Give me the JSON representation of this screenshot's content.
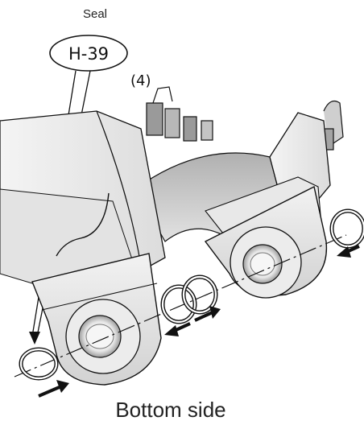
{
  "callout": {
    "title": "Seal",
    "part_code": "H-39",
    "quantity": "(4)"
  },
  "caption": "Bottom side",
  "colors": {
    "line": "#111111",
    "shade_dark": "#9a9a9a",
    "shade_mid": "#cfcfcf",
    "shade_light": "#eeeeee",
    "background": "#ffffff"
  }
}
